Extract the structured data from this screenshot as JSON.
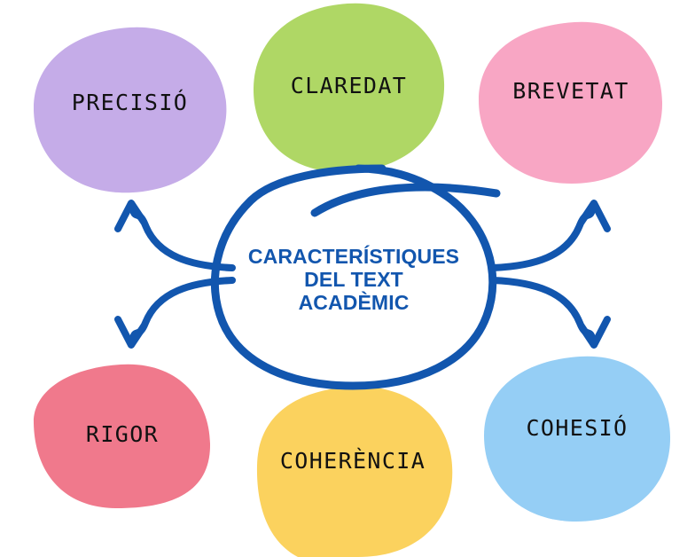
{
  "diagram": {
    "type": "mind-map",
    "title": "CARACTERÍSTIQUES DEL TEXT ACADÈMIC",
    "background_color": "#FFFFFF",
    "accent_color": "#1256AE"
  },
  "center": {
    "name": "center-node",
    "line1": "CARACTERÍSTIQUES",
    "line2": "DEL TEXT",
    "line3": "ACADÈMIC",
    "text_color": "#1256AE",
    "outline_color": "#1256AE",
    "shape": "hand-drawn-ellipse"
  },
  "nodes": [
    {
      "id": "precisio",
      "label": "PRECISIÓ",
      "color": "#C5ACE8",
      "text_color": "#111111",
      "position": "top-left"
    },
    {
      "id": "claredat",
      "label": "CLAREDAT",
      "color": "#AFD765",
      "text_color": "#111111",
      "position": "top-center"
    },
    {
      "id": "brevetat",
      "label": "BREVETAT",
      "color": "#F8A6C4",
      "text_color": "#111111",
      "position": "top-right"
    },
    {
      "id": "rigor",
      "label": "RIGOR",
      "color": "#F0798C",
      "text_color": "#111111",
      "position": "bottom-left"
    },
    {
      "id": "coherencia",
      "label": "COHERÈNCIA",
      "color": "#FBD25E",
      "text_color": "#111111",
      "position": "bottom-center"
    },
    {
      "id": "cohesio",
      "label": "COHESIÓ",
      "color": "#95CEF5",
      "text_color": "#111111",
      "position": "bottom-right"
    }
  ],
  "connectors": [
    {
      "id": "arrow-to-precisio",
      "from": "center",
      "to": "precisio",
      "color": "#1256AE",
      "style": "curved-arrow"
    },
    {
      "id": "arrow-to-rigor",
      "from": "center",
      "to": "rigor",
      "color": "#1256AE",
      "style": "curved-arrow"
    },
    {
      "id": "arrow-to-brevetat",
      "from": "center",
      "to": "brevetat",
      "color": "#1256AE",
      "style": "curved-arrow"
    },
    {
      "id": "arrow-to-cohesio",
      "from": "center",
      "to": "cohesio",
      "color": "#1256AE",
      "style": "curved-arrow"
    }
  ]
}
